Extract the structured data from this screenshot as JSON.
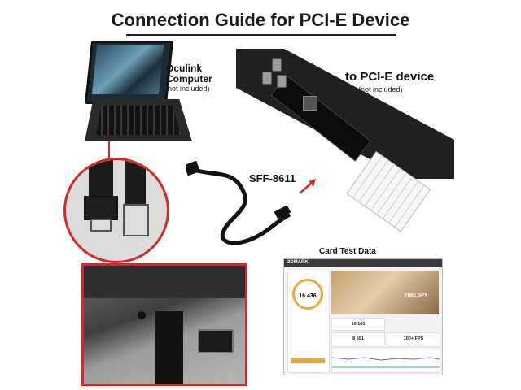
{
  "title": "Connection Guide for PCI-E Device",
  "labels": {
    "oculink_line1": "Oculink",
    "oculink_line2": "Computer",
    "oculink_note": "(not included)",
    "pcie_device": "to PCI-E device",
    "pcie_note": "(not included)",
    "sff": "SFF-8611",
    "card_test": "Card Test Data"
  },
  "test_screenshot": {
    "brand": "3DMARK",
    "overlay": "TIME SPY",
    "score": "16 436",
    "score2": "19 165",
    "score3": "8 651",
    "fps": "100+ FPS"
  },
  "colors": {
    "accent_red": "#d12a2a",
    "orange": "#f0a53a"
  },
  "icons": [
    "arrow-icon"
  ]
}
